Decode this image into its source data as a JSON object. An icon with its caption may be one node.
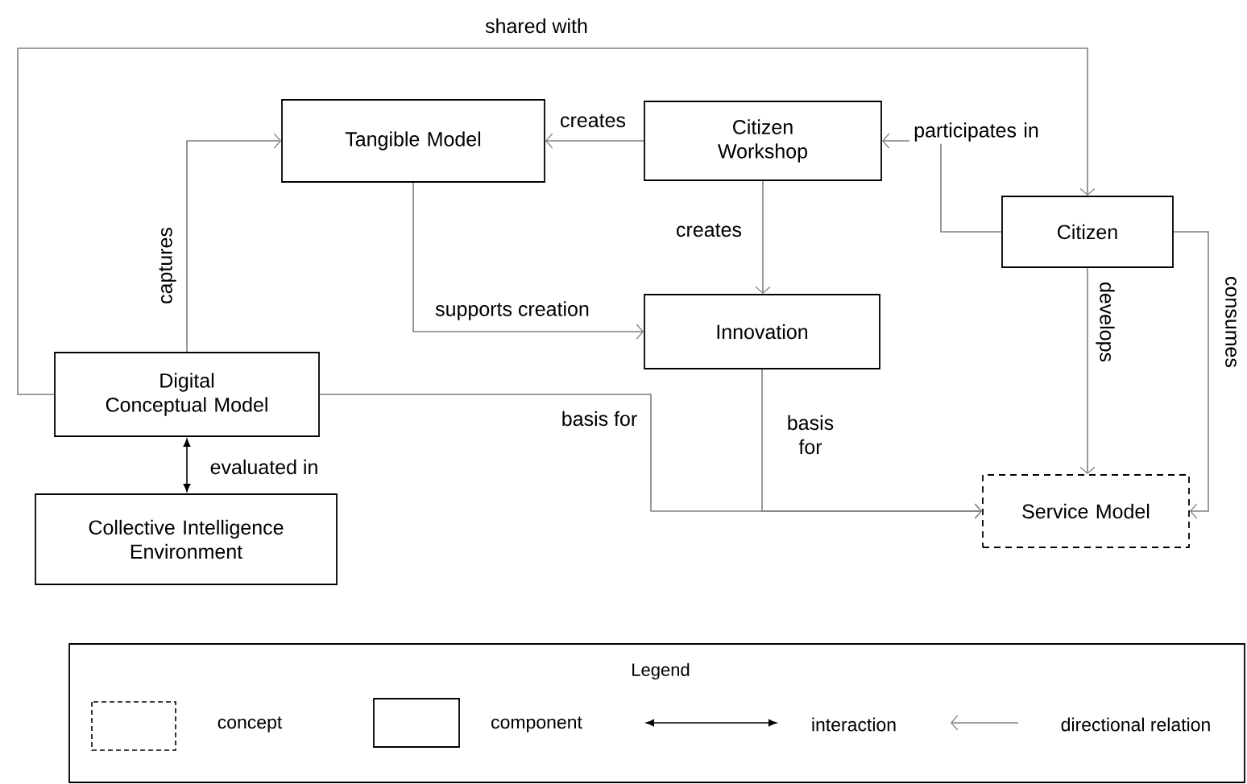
{
  "diagram": {
    "nodes": [
      {
        "text": [
          "Tangible Model"
        ]
      },
      {
        "text": [
          "Citizen Workshop"
        ]
      },
      {
        "text": [
          "Citizen"
        ]
      },
      {
        "text": [
          "Innovation"
        ]
      },
      {
        "text": [
          "Digital Conceptual Model"
        ]
      },
      {
        "text": [
          "Collective Intelligence Environment"
        ]
      },
      {
        "text": [
          "Service Model"
        ]
      }
    ],
    "edges": [
      {
        "from": 1,
        "to": 0,
        "arrow": "to",
        "label": "creates"
      },
      {
        "from": 2,
        "to": 1,
        "arrow": "to",
        "label": "participates in"
      },
      {
        "from": 1,
        "to": 3,
        "arrow": "to",
        "label": "creates"
      },
      {
        "from": 0,
        "to": 3,
        "arrow": "to",
        "label": "supports creation"
      },
      {
        "from": 4,
        "to": 0,
        "arrow": "to",
        "label": "captures"
      },
      {
        "from": 4,
        "to": 2,
        "arrow": "to",
        "label": "shared with"
      },
      {
        "from": 4,
        "to": 6,
        "arrow": "to",
        "label": "basis for"
      },
      {
        "from": 3,
        "to": 6,
        "arrow": "to",
        "label": "basis for"
      },
      {
        "from": 2,
        "to": 6,
        "arrow": "to",
        "label": "develops"
      },
      {
        "from": 2,
        "to": 6,
        "arrow": "to",
        "label": "consumes"
      },
      {
        "from": 4,
        "to": 5,
        "arrow": "both",
        "label": "evaluated in",
        "color": "#000000"
      }
    ],
    "labels": [
      "Legend"
    ],
    "legend": [
      {
        "text": "concept"
      },
      {
        "text": "component"
      },
      {
        "text": "interaction"
      },
      {
        "text": "directional relation"
      }
    ]
  }
}
